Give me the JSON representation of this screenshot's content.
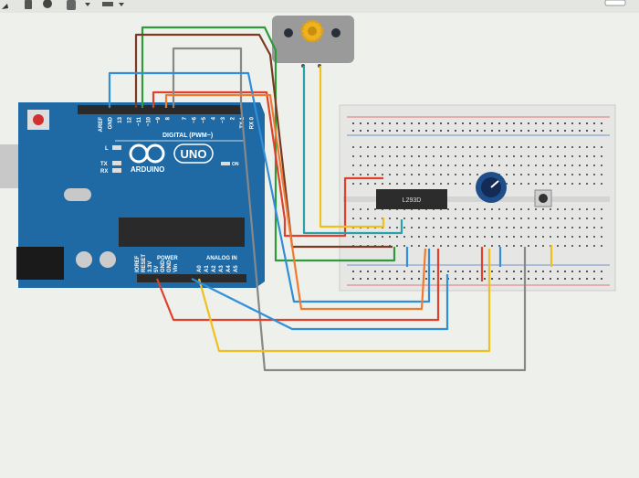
{
  "toolbar": {
    "icons": [
      "arrow-icon",
      "notes-icon",
      "lightbulb-icon",
      "color-swatch",
      "align-icon"
    ]
  },
  "arduino": {
    "digital_pins": [
      "AREF",
      "GND",
      "13",
      "12",
      "~11",
      "~10",
      "~9",
      "8",
      "7",
      "~6",
      "~5",
      "4",
      "~3",
      "2",
      "TX 1",
      "RX 0"
    ],
    "digital_label": "DIGITAL (PWM~)",
    "l_label": "L",
    "tx_label": "TX",
    "rx_label": "RX",
    "model": "UNO",
    "brand": "ARDUINO",
    "on_label": "ON",
    "power_label": "POWER",
    "analog_label": "ANALOG IN",
    "power_pins": [
      "IOREF",
      "RESET",
      "3.3V",
      "5V",
      "GND",
      "GND",
      "Vin"
    ],
    "analog_pins": [
      "A0",
      "A1",
      "A2",
      "A3",
      "A4",
      "A5"
    ]
  },
  "breadboard": {
    "chip_label": "L293D"
  },
  "colors": {
    "board": "#1f6aa5",
    "breadboard": "#e6e6e4",
    "wire_green": "#2e9a3a",
    "wire_red": "#e0402c",
    "wire_blue": "#2f8fd8",
    "wire_yellow": "#f0c020",
    "wire_orange": "#f07a30",
    "wire_grey": "#888888",
    "wire_brown": "#7a3a22"
  }
}
